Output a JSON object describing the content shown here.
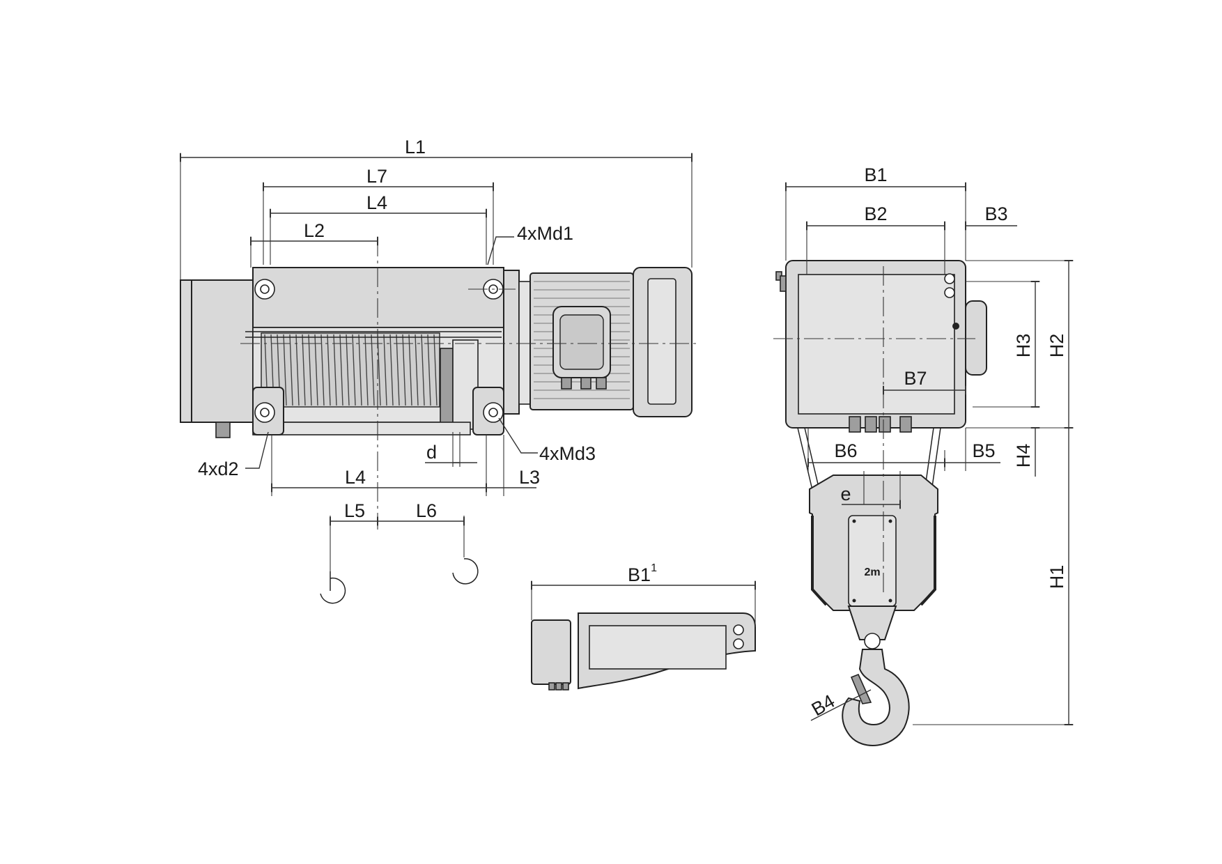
{
  "labels": {
    "L1": "L1",
    "L7": "L7",
    "L4_top": "L4",
    "L2": "L2",
    "Md1": "4xMd1",
    "d2": "4xd2",
    "d": "d",
    "Md3": "4xMd3",
    "L4_bottom": "L4",
    "L3": "L3",
    "L5": "L5",
    "L6": "L6",
    "B1": "B1",
    "B2": "B2",
    "B3": "B3",
    "H3": "H3",
    "H2": "H2",
    "B7": "B7",
    "B6": "B6",
    "B5": "B5",
    "H4": "H4",
    "e": "e",
    "H1": "H1",
    "B4": "B4",
    "B1_alt": "B1",
    "B1_alt_sup": "1",
    "hook_block_mark": "2m"
  }
}
